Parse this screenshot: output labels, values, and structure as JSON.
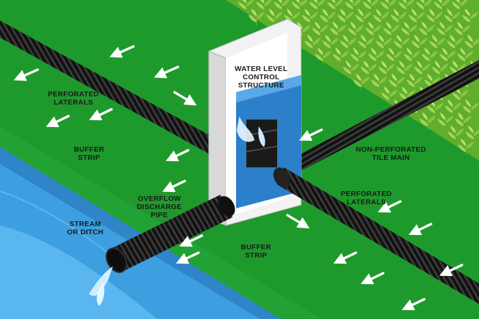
{
  "labels": {
    "perforated_laterals_left": [
      "PERFORATED",
      "LATERALS"
    ],
    "buffer_strip_upper": [
      "BUFFER",
      "STRIP"
    ],
    "water_level_control_structure": [
      "WATER LEVEL",
      "CONTROL",
      "STRUCTURE"
    ],
    "non_perforated_tile_main": [
      "NON-PERFORATED",
      "TILE MAIN"
    ],
    "perforated_laterals_right": [
      "PERFORATED",
      "LATERALS"
    ],
    "overflow_discharge_pipe": [
      "OVERFLOW",
      "DISCHARGE",
      "PIPE"
    ],
    "stream_or_ditch": [
      "STREAM",
      "OR DITCH"
    ],
    "buffer_strip_lower": [
      "BUFFER",
      "STRIP"
    ]
  },
  "colors": {
    "field_grass": "#1e9a2c",
    "buffer_grass": "#2aa63a",
    "crops": "#9acd32",
    "stream": "#4aa8e8",
    "pipe": "#1b1b1b",
    "arrows": "#ffffff",
    "water": "#2c7fc9"
  }
}
